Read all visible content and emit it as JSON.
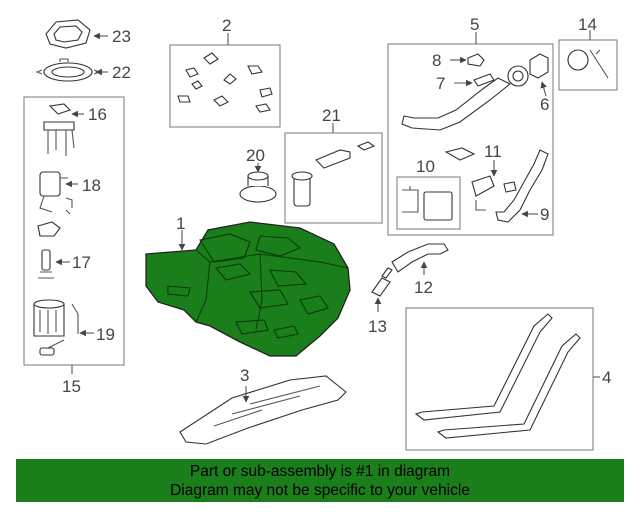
{
  "callouts": {
    "c1": "1",
    "c2": "2",
    "c3": "3",
    "c4": "4",
    "c5": "5",
    "c6": "6",
    "c7": "7",
    "c8": "8",
    "c9": "9",
    "c10": "10",
    "c11": "11",
    "c12": "12",
    "c13": "13",
    "c14": "14",
    "c15": "15",
    "c16": "16",
    "c17": "17",
    "c18": "18",
    "c19": "19",
    "c20": "20",
    "c21": "21",
    "c22": "22",
    "c23": "23"
  },
  "banner": {
    "line1": "Part or sub-assembly is #1 in diagram",
    "line2": "Diagram may not be specific to your vehicle"
  },
  "colors": {
    "highlight": "#1a7e1a",
    "banner_bg": "#1a7e1a"
  }
}
